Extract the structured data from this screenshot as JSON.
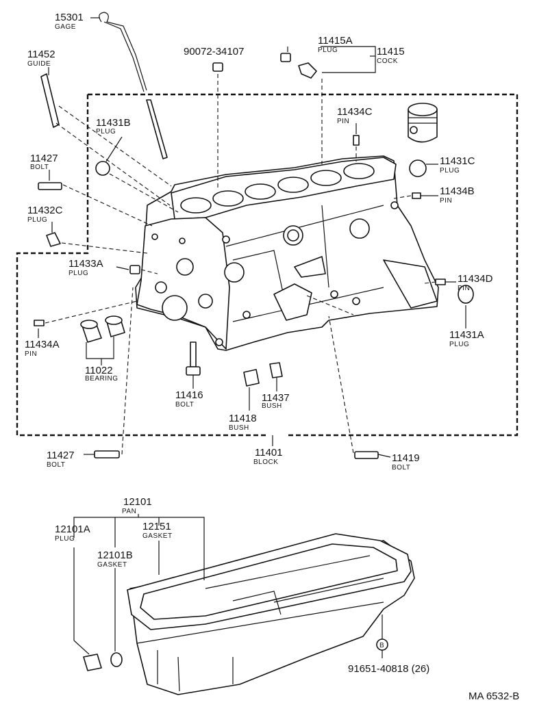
{
  "labels": {
    "p15301": {
      "num": "15301",
      "name": "GAGE"
    },
    "p11452": {
      "num": "11452",
      "name": "GUIDE"
    },
    "p90072": {
      "num": "90072-34107"
    },
    "p11415A": {
      "num": "11415A",
      "name": "PLUG"
    },
    "p11415": {
      "num": "11415",
      "name": "COCK"
    },
    "p11431B": {
      "num": "11431B",
      "name": "PLUG"
    },
    "p11434C": {
      "num": "11434C",
      "name": "PIN"
    },
    "p11427a": {
      "num": "11427",
      "name": "BOLT"
    },
    "p11432C": {
      "num": "11432C",
      "name": "PLUG"
    },
    "p11431C": {
      "num": "11431C",
      "name": "PLUG"
    },
    "p11434B": {
      "num": "11434B",
      "name": "PIN"
    },
    "p11433A": {
      "num": "11433A",
      "name": "PLUG"
    },
    "p11434D": {
      "num": "11434D",
      "name": "PIN"
    },
    "p11434A": {
      "num": "11434A",
      "name": "PIN"
    },
    "p11431A": {
      "num": "11431A",
      "name": "PLUG"
    },
    "p11022": {
      "num": "11022",
      "name": "BEARING"
    },
    "p11416": {
      "num": "11416",
      "name": "BOLT"
    },
    "p11437": {
      "num": "11437",
      "name": "BUSH"
    },
    "p11418": {
      "num": "11418",
      "name": "BUSH"
    },
    "p11427b": {
      "num": "11427",
      "name": "BOLT"
    },
    "p11401": {
      "num": "11401",
      "name": "BLOCK"
    },
    "p11419": {
      "num": "11419",
      "name": "BOLT"
    },
    "p12101": {
      "num": "12101",
      "name": "PAN"
    },
    "p12101A": {
      "num": "12101A",
      "name": "PLUG"
    },
    "p12151": {
      "num": "12151",
      "name": "GASKET"
    },
    "p12101B": {
      "num": "12101B",
      "name": "GASKET"
    },
    "p91651": {
      "num": "91651-40818 (26)"
    },
    "ref_b": "B",
    "footer": "MA 6532-B"
  }
}
